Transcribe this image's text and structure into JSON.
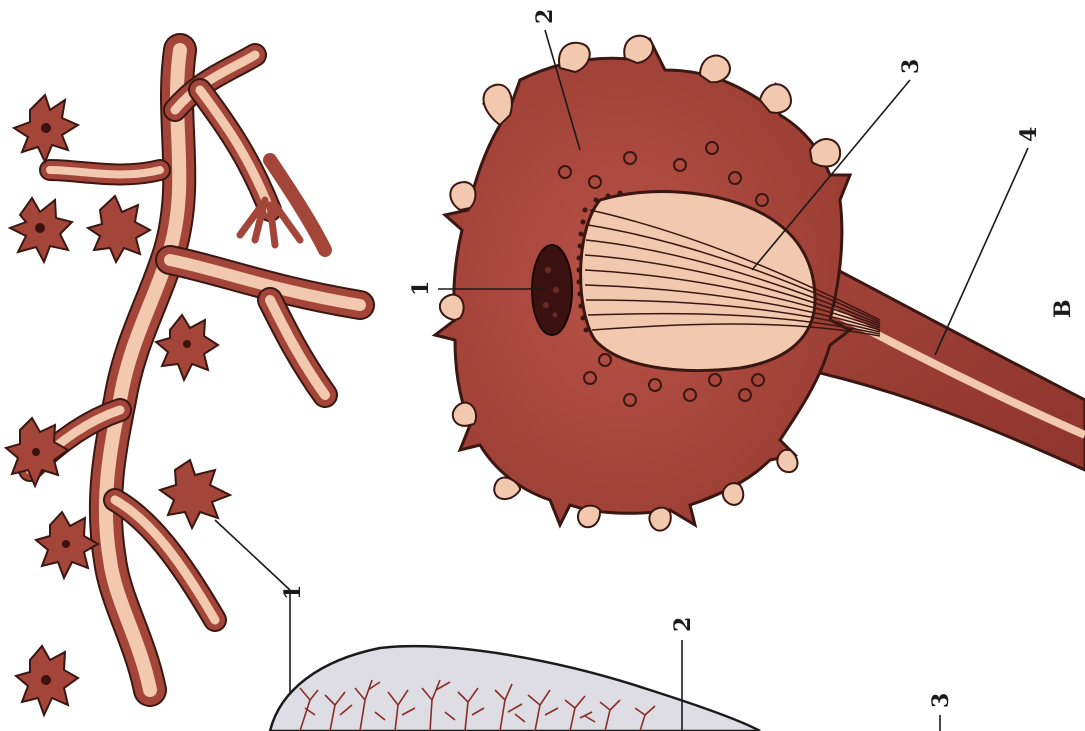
{
  "figure": {
    "labels": {
      "left_1": "1",
      "cell_1": "1",
      "cell_2": "2",
      "cell_3": "3",
      "cell_4": "4",
      "panel_letter": "B",
      "bottom_2": "2",
      "bottom_3": "3"
    },
    "colors": {
      "background": "#ffffff",
      "cell_fill": "#a4453a",
      "cell_outline": "#3a1712",
      "fiber_fill": "#f2c9ae",
      "nucleus_fill": "#3b1210",
      "organ_fill": "#dddde3",
      "vessel_color": "#8a2d28"
    }
  }
}
